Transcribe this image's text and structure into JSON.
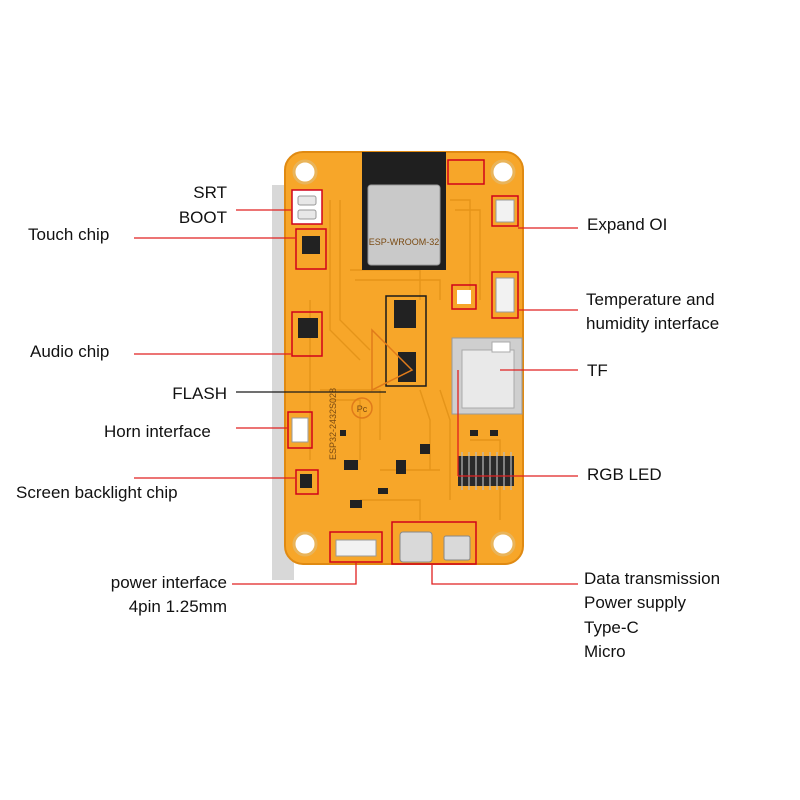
{
  "labels": {
    "srt": "SRT",
    "boot": "BOOT",
    "touch_chip": "Touch chip",
    "audio_chip": "Audio chip",
    "flash": "FLASH",
    "horn_interface": "Horn interface",
    "screen_backlight_chip": "Screen backlight chip",
    "power_interface_line1": "power interface",
    "power_interface_line2": "4pin 1.25mm",
    "expand_io": "Expand OI",
    "temp_humidity_line1": "Temperature and",
    "temp_humidity_line2": "humidity interface",
    "tf": "TF",
    "rgb_led": "RGB LED",
    "data_line1": "Data transmission",
    "data_line2": "Power supply",
    "data_line3": "Type-C",
    "data_line4": "Micro"
  },
  "board": {
    "silkscreen_model": "ESP32-2432S028",
    "module_text": "ESP-WROOM-32",
    "logo_text": "Pc"
  },
  "colors": {
    "board": "#f7a629",
    "board_edge": "#e08a12",
    "callout": "#d0021b",
    "leader": "#e02020",
    "module": "#1f1f1f",
    "shield": "#c9c9c9"
  }
}
